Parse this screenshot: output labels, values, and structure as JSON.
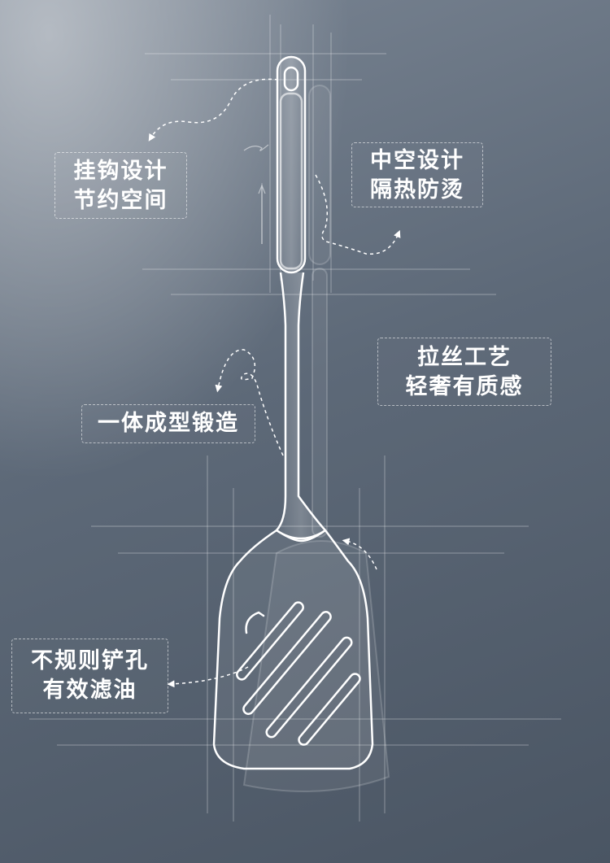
{
  "callouts": {
    "hook": {
      "line1": "挂钩设计",
      "line2": "节约空间",
      "icon": "hook-arrow-icon"
    },
    "hollow": {
      "line1": "中空设计",
      "line2": "隔热防烫",
      "icon": "hollow-arrow-icon"
    },
    "brushed": {
      "line1": "拉丝工艺",
      "line2": "轻奢有质感"
    },
    "forged": {
      "line1": "一体成型锻造",
      "icon": "forged-arrow-icon"
    },
    "holes": {
      "line1": "不规则铲孔",
      "line2": "有效滤油",
      "icon": "holes-arrow-icon"
    }
  },
  "colors": {
    "background_top": "#7a8593",
    "background_bottom": "#4a5563",
    "line": "#ffffff"
  }
}
